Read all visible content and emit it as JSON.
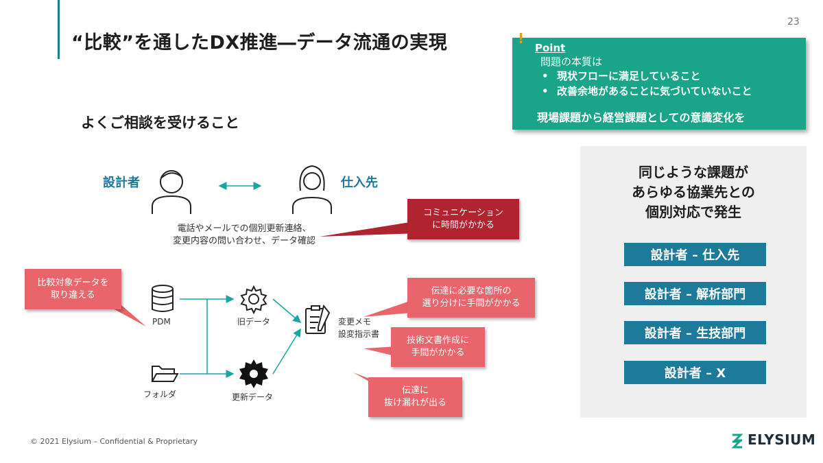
{
  "slide": {
    "title": "“比較”を通したDX推進―データ流通の実現",
    "page_number": "23",
    "subtitle": "よくご相談を受けること"
  },
  "point": {
    "heading": "Point",
    "line1": "問題の本質は",
    "bullets": [
      "現状フローに満足していること",
      "改善余地があることに気づいていないこと"
    ],
    "bottom": "現場課題から経営課題としての意識変化を",
    "exclamation": "!"
  },
  "diagram": {
    "designer_label": "設計者",
    "supplier_label": "仕入先",
    "comm_caption_line1": "電話やメールでの個別更新連絡、",
    "comm_caption_line2": "変更内容の問い合わせ、データ確認",
    "pdm_label": "PDM",
    "folder_label": "フォルダ",
    "old_data_label": "旧データ",
    "new_data_label": "更新データ",
    "memo_line1": "変更メモ",
    "memo_line2": "設変指示書"
  },
  "callouts": {
    "comm_time_line1": "コミュニケーション",
    "comm_time_line2": "に時間がかかる",
    "wrong_data_line1": "比較対象データを",
    "wrong_data_line2": "取り違える",
    "sorting_line1": "伝達に必要な箇所の",
    "sorting_line2": "選り分けに手間がかかる",
    "tech_doc_line1": "技術文書作成に",
    "tech_doc_line2": "手間がかかる",
    "omission_line1": "伝達に",
    "omission_line2": "抜け漏れが出る"
  },
  "right_panel": {
    "heading_line1": "同じような課題が",
    "heading_line2": "あらゆる協業先との",
    "heading_line3": "個別対応で発生",
    "pairs": [
      "設計者 – 仕入先",
      "設計者 – 解析部門",
      "設計者 – 生技部門",
      "設計者 – X"
    ]
  },
  "footer": {
    "copyright": "© 2021 Elysium – Confidential & Proprietary",
    "logo": "ELYSIUM"
  },
  "colors": {
    "teal_accent": "#1aa58a",
    "blue_label": "#1e7a9a",
    "callout_red": "#e8656b",
    "callout_dark_red": "#b22330",
    "arrow_teal": "#1aa5a0"
  }
}
